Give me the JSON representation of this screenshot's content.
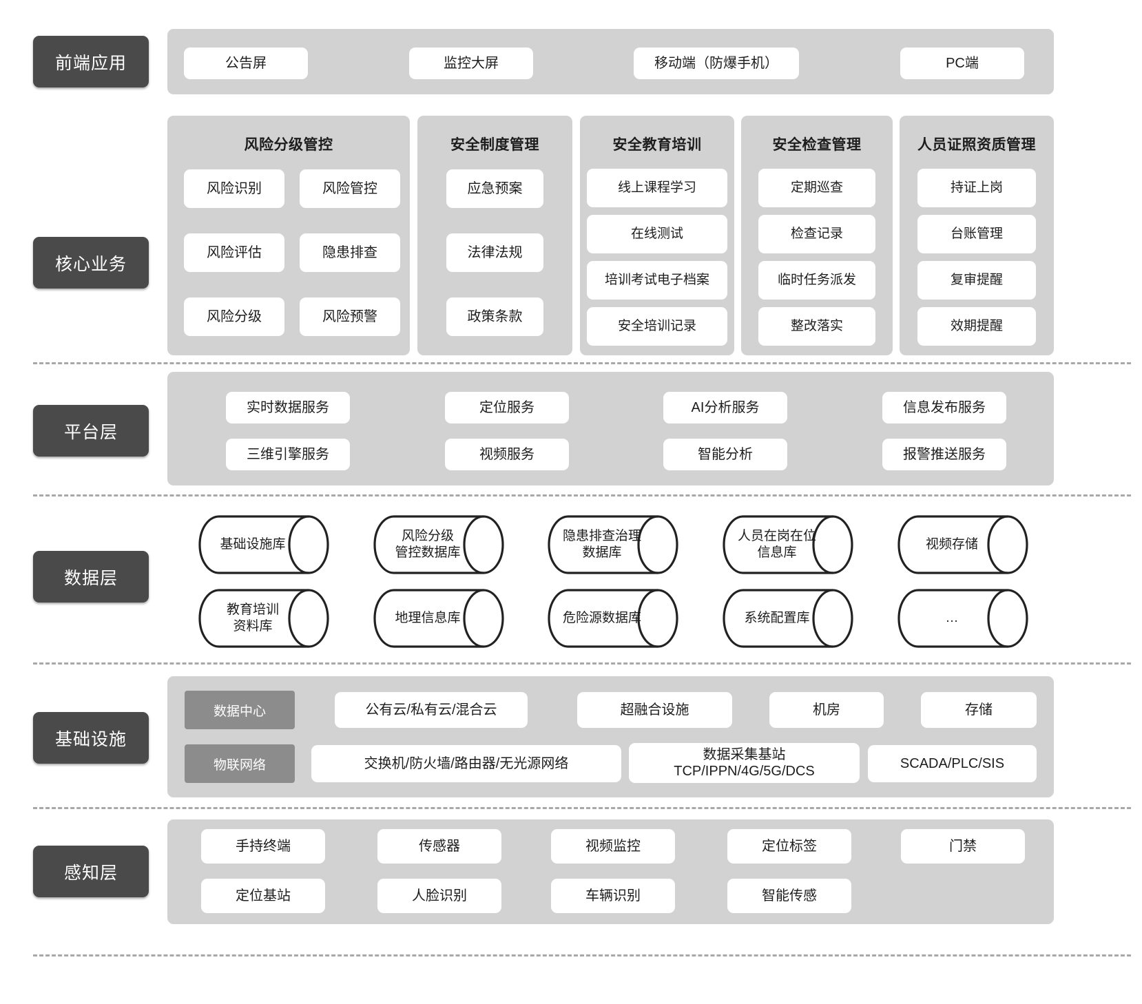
{
  "layers": [
    {
      "id": "frontend",
      "label": "前端应用"
    },
    {
      "id": "core-business",
      "label": "核心业务"
    },
    {
      "id": "platform",
      "label": "平台层"
    },
    {
      "id": "data",
      "label": "数据层"
    },
    {
      "id": "infrastructure",
      "label": "基础设施"
    },
    {
      "id": "perception",
      "label": "感知层"
    }
  ],
  "frontend": {
    "items": [
      "公告屏",
      "监控大屏",
      "移动端（防爆手机）",
      "PC端"
    ]
  },
  "core_business": {
    "groups": [
      {
        "title": "风险分级管控",
        "columns": 2,
        "items": [
          "风险识别",
          "风险管控",
          "风险评估",
          "隐患排查",
          "风险分级",
          "风险预警"
        ]
      },
      {
        "title": "安全制度管理",
        "columns": 1,
        "items": [
          "应急预案",
          "法律法规",
          "政策条款"
        ]
      },
      {
        "title": "安全教育培训",
        "columns": 1,
        "items": [
          "线上课程学习",
          "在线测试",
          "培训考试电子档案",
          "安全培训记录"
        ]
      },
      {
        "title": "安全检查管理",
        "columns": 1,
        "items": [
          "定期巡查",
          "检查记录",
          "临时任务派发",
          "整改落实"
        ]
      },
      {
        "title": "人员证照资质管理",
        "columns": 1,
        "items": [
          "持证上岗",
          "台账管理",
          "复审提醒",
          "效期提醒"
        ]
      }
    ]
  },
  "platform": {
    "row1": [
      "实时数据服务",
      "定位服务",
      "AI分析服务",
      "信息发布服务"
    ],
    "row2": [
      "三维引擎服务",
      "视频服务",
      "智能分析",
      "报警推送服务"
    ]
  },
  "data_layer": {
    "row1": [
      "基础设施库",
      "风险分级\n管控数据库",
      "隐患排查治理\n数据库",
      "人员在岗在位\n信息库",
      "视频存储"
    ],
    "row2": [
      "教育培训\n资料库",
      "地理信息库",
      "危险源数据库",
      "系统配置库",
      "…"
    ]
  },
  "infrastructure": {
    "rows": [
      {
        "label": "数据中心",
        "items": [
          "公有云/私有云/混合云",
          "超融合设施",
          "机房",
          "存储"
        ]
      },
      {
        "label": "物联网络",
        "items": [
          "交换机/防火墙/路由器/无光源网络",
          "数据采集基站\nTCP/IPPN/4G/5G/DCS",
          "SCADA/PLC/SIS"
        ]
      }
    ]
  },
  "perception": {
    "row1": [
      "手持终端",
      "传感器",
      "视频监控",
      "定位标签",
      "门禁"
    ],
    "row2": [
      "定位基站",
      "人脸识别",
      "车辆识别",
      "智能传感"
    ]
  },
  "colors": {
    "pill_bg": "#4a4a4a",
    "panel_bg": "#d2d2d2",
    "card_bg": "#ffffff",
    "subcat_bg": "#8c8c8c",
    "dash": "#a8a8a8",
    "text": "#1d1d1d"
  }
}
